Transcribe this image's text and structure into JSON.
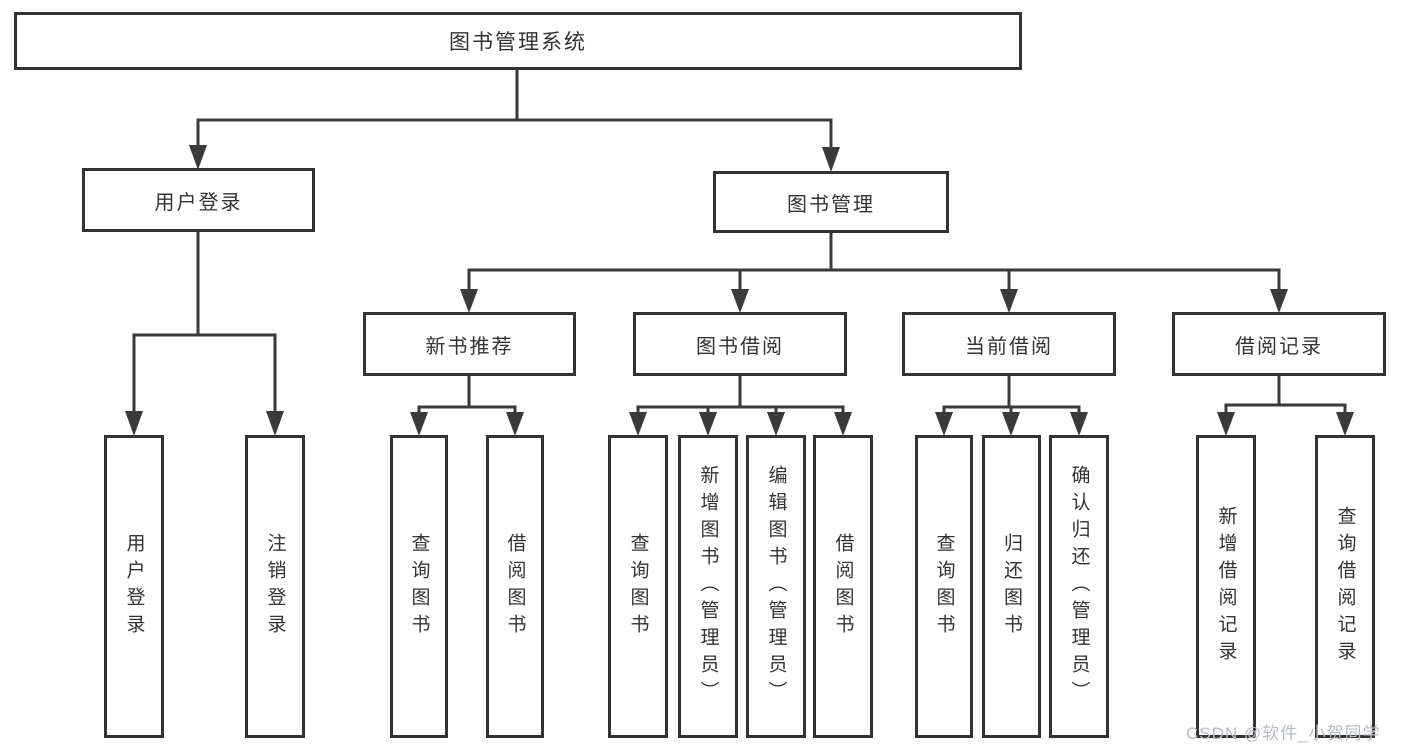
{
  "diagram": {
    "title": "图书管理系统",
    "root": {
      "label": "图书管理系统"
    },
    "level2": [
      {
        "label": "用户登录"
      },
      {
        "label": "图书管理"
      }
    ],
    "level3": [
      {
        "label": "新书推荐"
      },
      {
        "label": "图书借阅"
      },
      {
        "label": "当前借阅"
      },
      {
        "label": "借阅记录"
      }
    ],
    "leaves": {
      "user_login": [
        "用户登录",
        "注销登录"
      ],
      "new_books": [
        "查询图书",
        "借阅图书"
      ],
      "book_borrow": [
        "查询图书",
        "新增图书（管理员）",
        "编辑图书（管理员）",
        "借阅图书"
      ],
      "current_borrow": [
        "查询图书",
        "归还图书",
        "确认归还（管理员）"
      ],
      "borrow_records": [
        "新增借阅记录",
        "查询借阅记录"
      ]
    }
  },
  "watermark": {
    "text": "CSDN @软件_小贺同学"
  },
  "colors": {
    "line": "#3a3a3a",
    "box_border": "#333333",
    "text": "#333333",
    "background": "#ffffff",
    "watermark_text": "#b7bbc2"
  }
}
